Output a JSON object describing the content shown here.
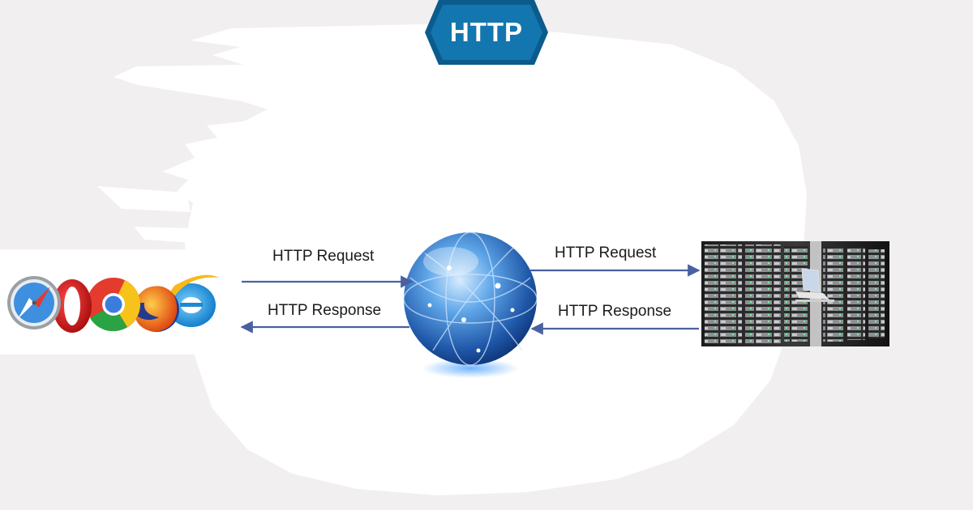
{
  "badge": {
    "label": "HTTP",
    "color": "#1476ae",
    "border_color": "#0b5b8d"
  },
  "left_link": {
    "request_label": "HTTP Request",
    "response_label": "HTTP Response"
  },
  "right_link": {
    "request_label": "HTTP Request",
    "response_label": "HTTP Response"
  },
  "arrow_color": "#4a61a1",
  "browsers": [
    "safari-icon",
    "opera-icon",
    "chrome-icon",
    "firefox-icon",
    "internet-explorer-icon"
  ],
  "internet": "globe-icon",
  "server": "server-rack-icon"
}
